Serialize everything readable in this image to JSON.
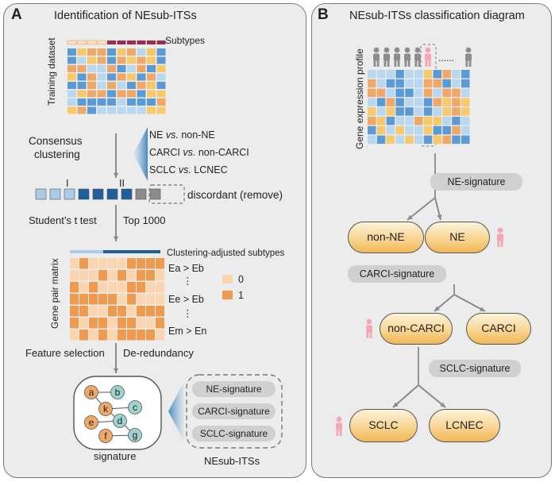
{
  "panel_a": {
    "letter": "A",
    "title": "Identification of NEsub-ITSs",
    "subtypes_label": "Subtypes",
    "training_label": "Training dataset",
    "consensus_label_1": "Consensus",
    "consensus_label_2": "clustering",
    "comparisons": [
      {
        "a": "NE",
        "vs": "vs.",
        "b": "non-NE"
      },
      {
        "a": "CARCI",
        "vs": "vs.",
        "b": "non-CARCI"
      },
      {
        "a": "SCLC",
        "vs": "vs.",
        "b": "LCNEC"
      }
    ],
    "cluster_i": "I",
    "cluster_ii": "II",
    "discordant_label": "discordant (remove)",
    "ttest_label": "Student’s t test",
    "top_label": "Top 1000",
    "clustering_adjusted_label": "Clustering-adjusted subtypes",
    "gene_pair_label": "Gene pair matrix",
    "pairs": [
      {
        "left": "Ea",
        "op": ">",
        "right": "Eb"
      },
      {
        "left": "Ee",
        "op": ">",
        "right": "Eb"
      },
      {
        "left": "Em",
        "op": ">",
        "right": "En"
      }
    ],
    "vdots": "⋮",
    "legend_0": "0",
    "legend_1": "1",
    "feature_selection_label": "Feature selection",
    "deredundancy_label": "De-redundancy",
    "nodes_orange": [
      "a",
      "k",
      "e",
      "f"
    ],
    "nodes_teal": [
      "b",
      "c",
      "d",
      "g"
    ],
    "signature_label": "signature",
    "signature_list": [
      "NE-signature",
      "CARCI-signature",
      "SCLC-signature"
    ],
    "nesub_label": "NEsub-ITSs"
  },
  "panel_b": {
    "letter": "B",
    "title": "NEsub-ITSs classification diagram",
    "gene_expr_label": "Gene expression profile",
    "dots": "......",
    "steps": [
      {
        "signature": "NE-signature",
        "left": "non-NE",
        "right": "NE"
      },
      {
        "signature": "CARCI-signature",
        "left": "non-CARCI",
        "right": "CARCI"
      },
      {
        "signature": "SCLC-signature",
        "left": "SCLC",
        "right": "LCNEC"
      }
    ]
  },
  "colors": {
    "orange": "#f0a868",
    "blue": "#5b9bd5",
    "yellow": "#f7c96a",
    "light_blue": "#b9d7ee",
    "dark_blue": "#1f5f9e",
    "teal": "#9fd3cf",
    "pink": "#f6a5b3",
    "person_gray": "#8c8c8c"
  }
}
